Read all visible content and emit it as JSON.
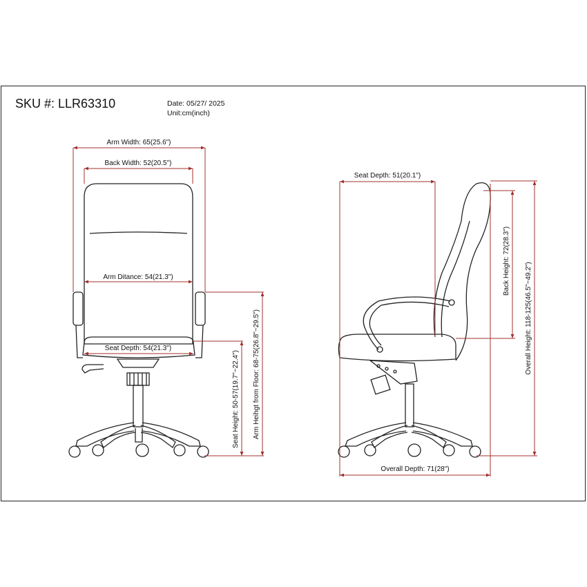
{
  "header": {
    "sku": "SKU #: LLR63310",
    "date": "Date: 05/27/ 2025",
    "unit": "Unit:cm(inch)"
  },
  "dimensions": {
    "arm_width": "Arm Width: 65(25.6\")",
    "back_width": "Back Width: 52(20.5\")",
    "arm_distance": "Arm Ditance: 54(21.3\")",
    "seat_depth_front": "Seat Depth: 54(21.3\")",
    "seat_height": "Seat Height: 50-57(19.7\"~22.4\")",
    "arm_height_floor": "Arm Heihgt from Floor: 68-75(26.8\"~29.5\")",
    "seat_depth_side": "Seat Depth: 51(20.1\")",
    "back_height": "Back Height: 72(28.3\")",
    "overall_height": "Overall Height: 118-125(46.5\"~49.2\")",
    "overall_depth": "Overall Depth: 71(28\")"
  },
  "colors": {
    "dimension_line": "#a0302e",
    "drawing_line": "#222222"
  }
}
